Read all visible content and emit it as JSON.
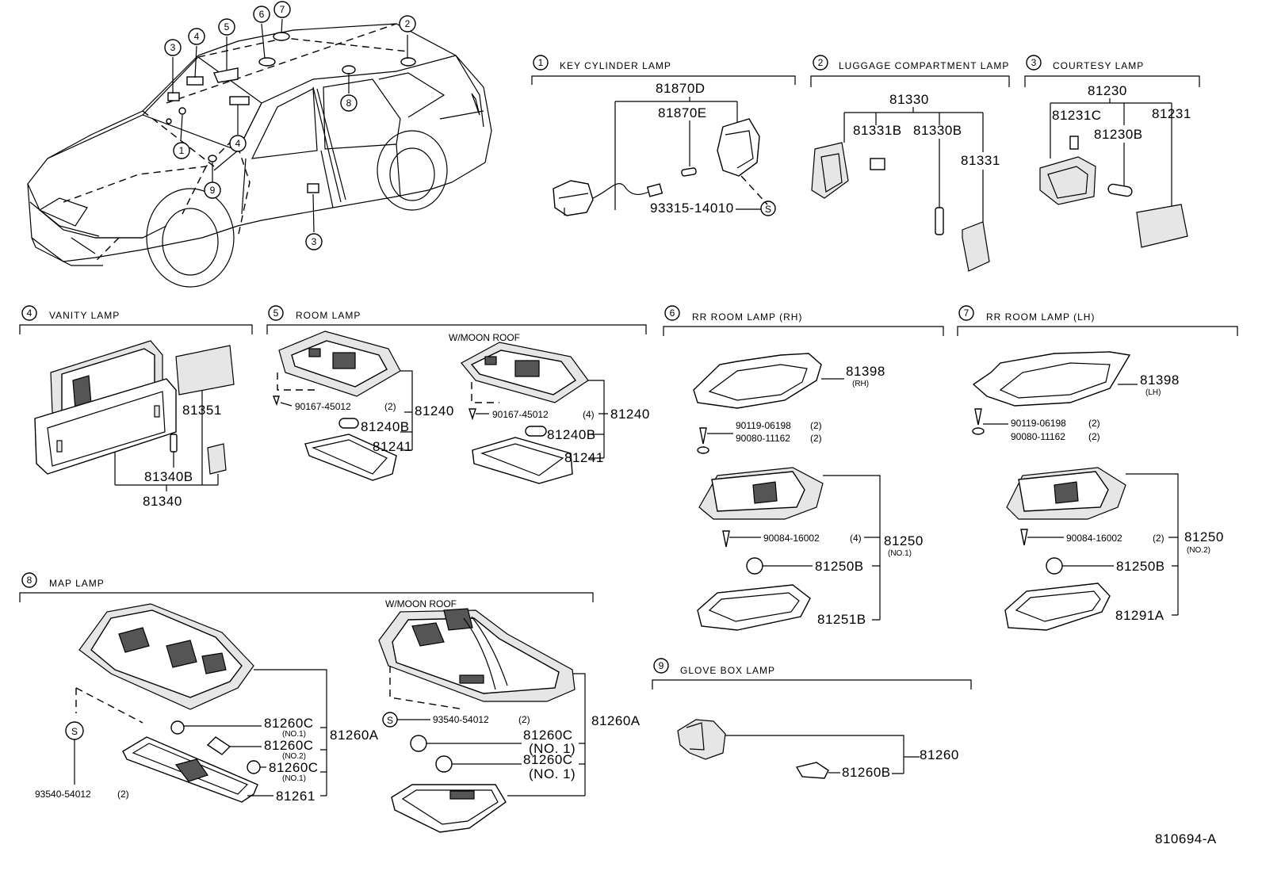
{
  "figure_code": "810694-A",
  "car_callouts": [
    "1",
    "2",
    "3",
    "4",
    "5",
    "6",
    "7",
    "8",
    "9",
    "3",
    "4",
    "4"
  ],
  "sections": {
    "key_cylinder": {
      "num": "1",
      "title": "KEY CYLINDER LAMP",
      "parts": {
        "assy": "81870D",
        "bulb": "81870E",
        "screw": "93315-14010"
      }
    },
    "luggage": {
      "num": "2",
      "title": "LUGGAGE COMPARTMENT LAMP",
      "parts": {
        "assy": "81330",
        "socket": "81331B",
        "bulb": "81330B",
        "lens": "81331"
      }
    },
    "courtesy": {
      "num": "3",
      "title": "COURTESY LAMP",
      "parts": {
        "assy": "81230",
        "socket": "81231C",
        "bulb": "81230B",
        "lens": "81231"
      }
    },
    "vanity": {
      "num": "4",
      "title": "VANITY LAMP",
      "parts": {
        "lens": "81351",
        "bulb": "81340B",
        "assy": "81340"
      }
    },
    "room": {
      "num": "5",
      "title": "ROOM LAMP",
      "variant": "W/MOON ROOF",
      "parts": {
        "screw": "90167-45012",
        "screw_qty": "(2)",
        "screw_qty_moon": "(4)",
        "assy": "81240",
        "bulb": "81240B",
        "lens": "81241"
      }
    },
    "rr_room_rh": {
      "num": "6",
      "title": "RR ROOM LAMP (RH)",
      "parts": {
        "bracket": "81398",
        "bracket_note": "(RH)",
        "screw1": "90119-06198",
        "screw1_qty": "(2)",
        "screw2": "90080-11162",
        "screw2_qty": "(2)",
        "screw3": "90084-16002",
        "screw3_qty": "(4)",
        "assy": "81250",
        "assy_note": "(NO.1)",
        "bulb": "81250B",
        "lens": "81251B"
      }
    },
    "rr_room_lh": {
      "num": "7",
      "title": "RR ROOM LAMP (LH)",
      "parts": {
        "bracket": "81398",
        "bracket_note": "(LH)",
        "screw1": "90119-06198",
        "screw1_qty": "(2)",
        "screw2": "90080-11162",
        "screw2_qty": "(2)",
        "screw3": "90084-16002",
        "screw3_qty": "(2)",
        "assy": "81250",
        "assy_note": "(NO.2)",
        "bulb": "81250B",
        "lens": "81291A"
      }
    },
    "map": {
      "num": "8",
      "title": "MAP LAMP",
      "variant": "W/MOON ROOF",
      "parts": {
        "bulb": "81260C",
        "no1": "(NO.1)",
        "no2": "(NO.2)",
        "no1_sp": "(NO. 1)",
        "assy": "81260A",
        "lens": "81261",
        "screw": "93540-54012",
        "screw_qty": "(2)",
        "s_mark": "S"
      }
    },
    "glove": {
      "num": "9",
      "title": "GLOVE BOX LAMP",
      "parts": {
        "assy": "81260",
        "bulb": "81260B"
      }
    }
  }
}
